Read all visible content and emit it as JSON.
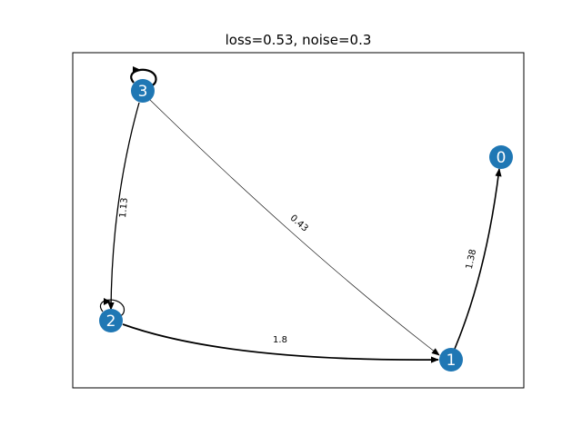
{
  "title": "loss=0.53, noise=0.3",
  "colors": {
    "node": "#1f77b4",
    "node_text": "#ffffff",
    "edge": "#000000",
    "frame": "#000000",
    "background": "#ffffff"
  },
  "graph": {
    "nodes": [
      {
        "id": "0",
        "label": "0"
      },
      {
        "id": "1",
        "label": "1"
      },
      {
        "id": "2",
        "label": "2"
      },
      {
        "id": "3",
        "label": "3"
      }
    ],
    "edges": [
      {
        "from": "1",
        "to": "0",
        "label": "1.38"
      },
      {
        "from": "2",
        "to": "1",
        "label": "1.8"
      },
      {
        "from": "3",
        "to": "1",
        "label": "0.43"
      },
      {
        "from": "3",
        "to": "2",
        "label": "1.13"
      },
      {
        "from": "2",
        "to": "2",
        "label": ""
      },
      {
        "from": "3",
        "to": "3",
        "label": ""
      }
    ]
  }
}
